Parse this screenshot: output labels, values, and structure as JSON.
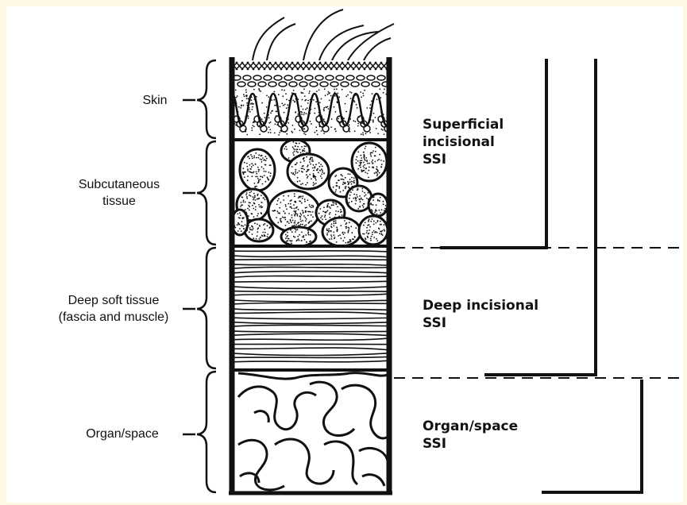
{
  "layers": [
    {
      "label": "Skin"
    },
    {
      "label_line1": "Subcutaneous",
      "label_line2": "tissue"
    },
    {
      "label_line1": "Deep soft tissue",
      "label_line2": "(fascia and muscle)"
    },
    {
      "label": "Organ/space"
    }
  ],
  "categories": [
    {
      "line1": "Superficial",
      "line2": "incisional",
      "line3": "SSI"
    },
    {
      "line1": "Deep incisional",
      "line2": "SSI"
    },
    {
      "line1": "Organ/space",
      "line2": "SSI"
    }
  ],
  "colors": {
    "background": "#fdf8e3",
    "panel": "#ffffff",
    "ink": "#111111"
  }
}
